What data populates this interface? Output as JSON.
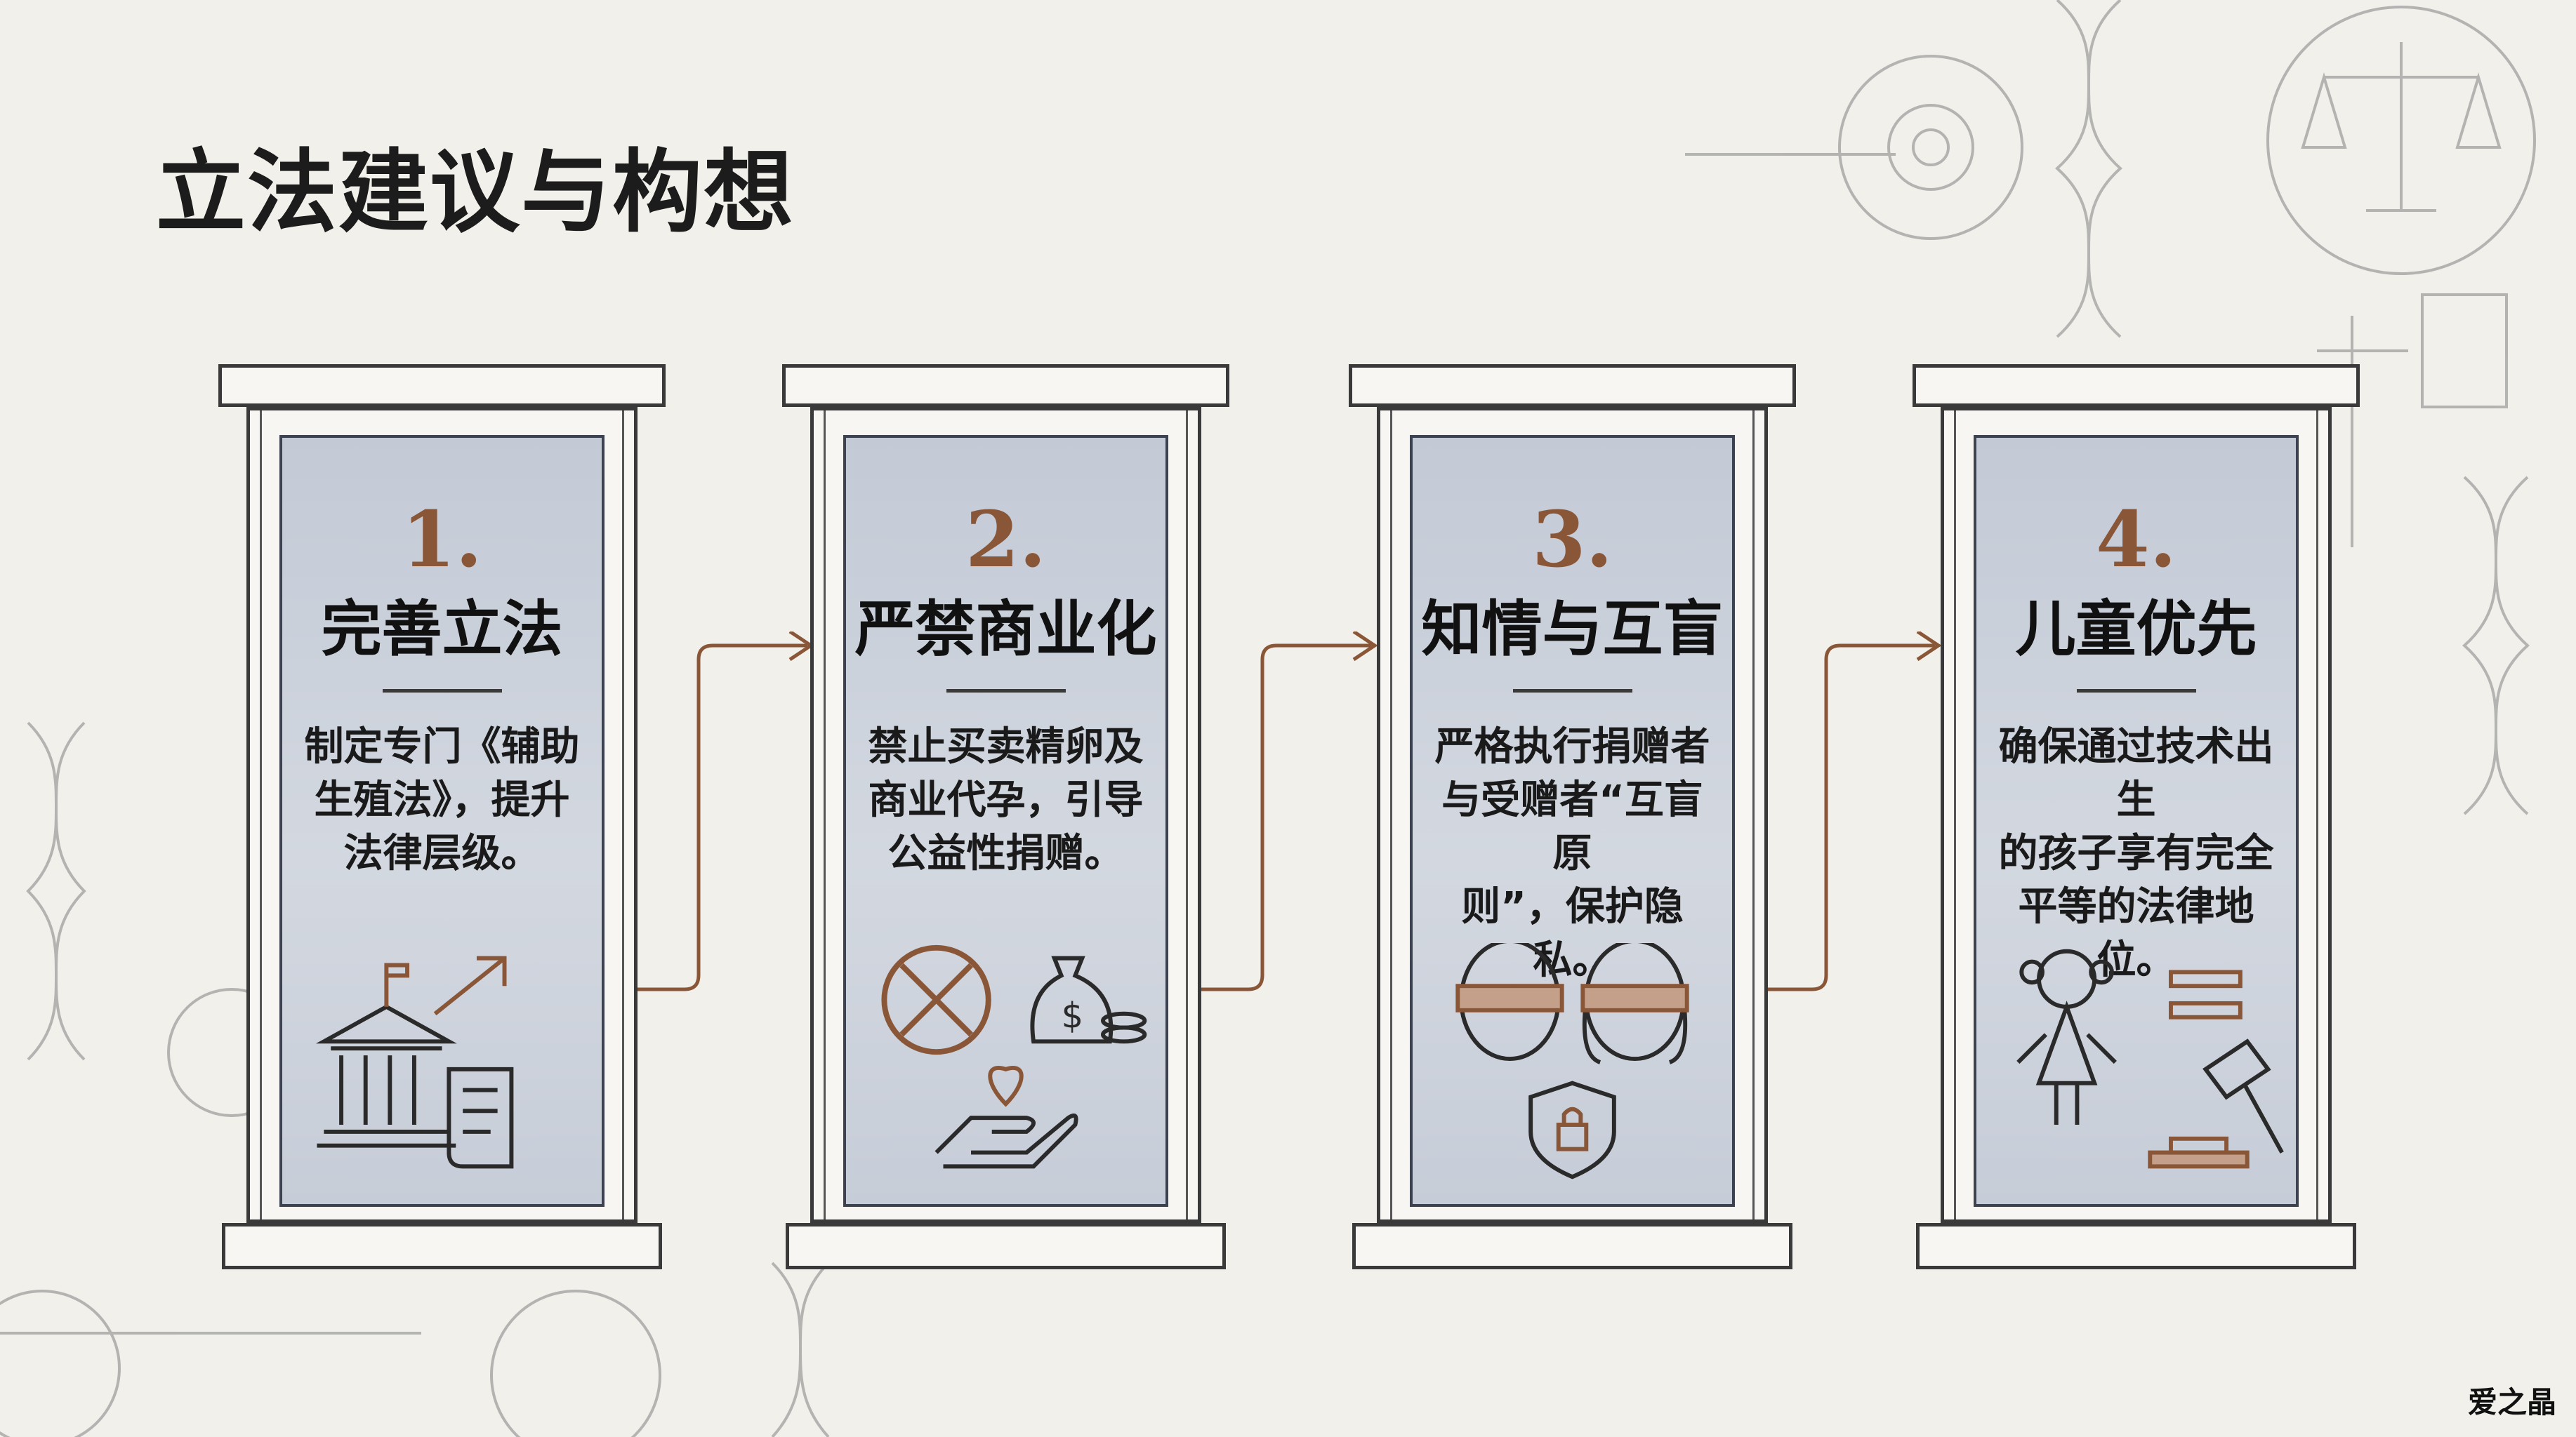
{
  "slide_title": "立法建议与构想",
  "panels": [
    {
      "number": "1.",
      "title": "完善立法",
      "lines": [
        "制定专门《辅助",
        "生殖法》，提升",
        "法律层级。"
      ],
      "icons": [
        "government-building-icon",
        "growth-arrow-icon",
        "scroll-document-icon"
      ]
    },
    {
      "number": "2.",
      "title": "严禁商业化",
      "lines": [
        "禁止买卖精卵及",
        "商业代孕，引导",
        "公益性捐赠。"
      ],
      "icons": [
        "prohibited-icon",
        "money-bag-icon",
        "heart-hand-icon"
      ]
    },
    {
      "number": "3.",
      "title": "知情与互盲",
      "lines": [
        "严格执行捐赠者",
        "与受赠者“互盲原",
        "则”，保护隐私。"
      ],
      "icons": [
        "blindfold-faces-icon",
        "lock-shield-icon"
      ]
    },
    {
      "number": "4.",
      "title": "儿童优先",
      "lines": [
        "确保通过技术出生",
        "的孩子享有完全",
        "平等的法律地位。"
      ],
      "icons": [
        "child-icon",
        "equals-icon",
        "gavel-icon"
      ]
    }
  ],
  "watermark": "爱之晶",
  "colors": {
    "accent": "#8a5638",
    "panel": "#c9cfd9",
    "background": "#f2f0eb"
  }
}
